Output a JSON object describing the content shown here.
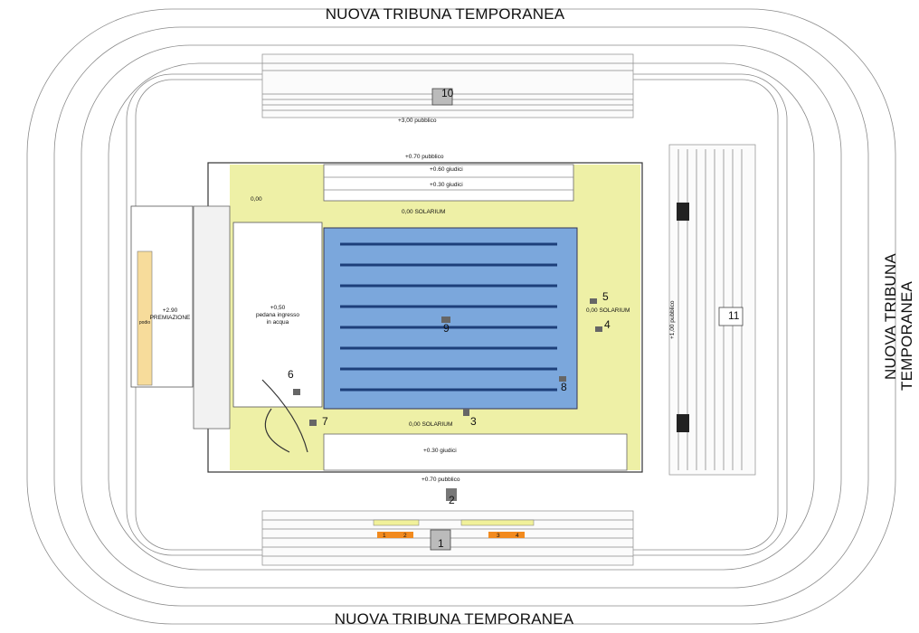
{
  "headings": {
    "top": "NUOVA TRIBUNA TEMPORANEA",
    "bottom": "NUOVA TRIBUNA TEMPORANEA",
    "right_line1": "NUOVA TRIBUNA",
    "right_line2": "TEMPORANEA"
  },
  "levels": {
    "top_public": "+3,00 pubblico",
    "public_top": "+0.70 pubblico",
    "judges_060": "+0.60 giudici",
    "judges_030_top": "+0.30 giudici",
    "solarium_top": "0,00  SOLARIUM",
    "zero": "0,00",
    "ramp_level": "+0,50",
    "ramp_line1": "pedana ingresso",
    "ramp_line2": "in acqua",
    "award_level": "+2.90",
    "award_label": "PREMIAZIONE",
    "podium": "podio",
    "solarium_right": "0,00  SOLARIUM",
    "public_right": "+1,00 pubblico",
    "solarium_bottom": "0,00  SOLARIUM",
    "judges_030_bottom": "+0.30 giudici",
    "public_bottom": "+0.70 pubblico"
  },
  "cameras": [
    "1",
    "2",
    "3",
    "4",
    "5",
    "6",
    "7",
    "8",
    "9",
    "10",
    "11"
  ],
  "seats_labels": [
    "1",
    "2",
    "3",
    "4"
  ],
  "colors": {
    "pool": "#7ba7dc",
    "lane": "#1d3f7a",
    "deck": "#eef0a6",
    "podium": "#f7dc9b",
    "seat_orange": "#f28a1e",
    "seat_yellow": "#f1f19a"
  }
}
